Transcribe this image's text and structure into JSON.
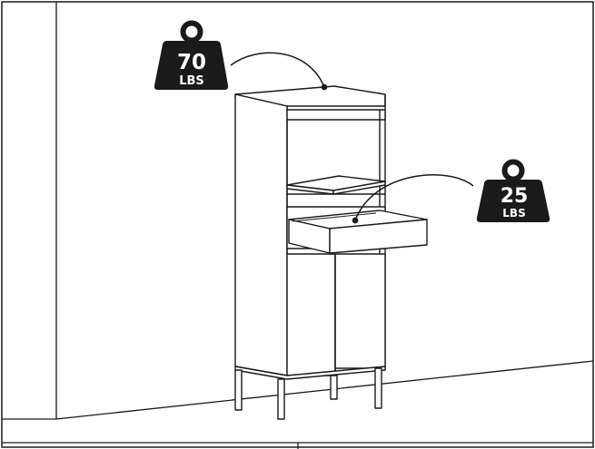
{
  "weights": {
    "top": {
      "value": "70",
      "unit": "LBS"
    },
    "drawer": {
      "value": "25",
      "unit": "LBS"
    }
  },
  "icons": {
    "weight": "weight-icon"
  },
  "colors": {
    "line": "#1a1a1a",
    "weight_fill": "#1a1a1a",
    "weight_text": "#ffffff",
    "background": "#ffffff"
  }
}
